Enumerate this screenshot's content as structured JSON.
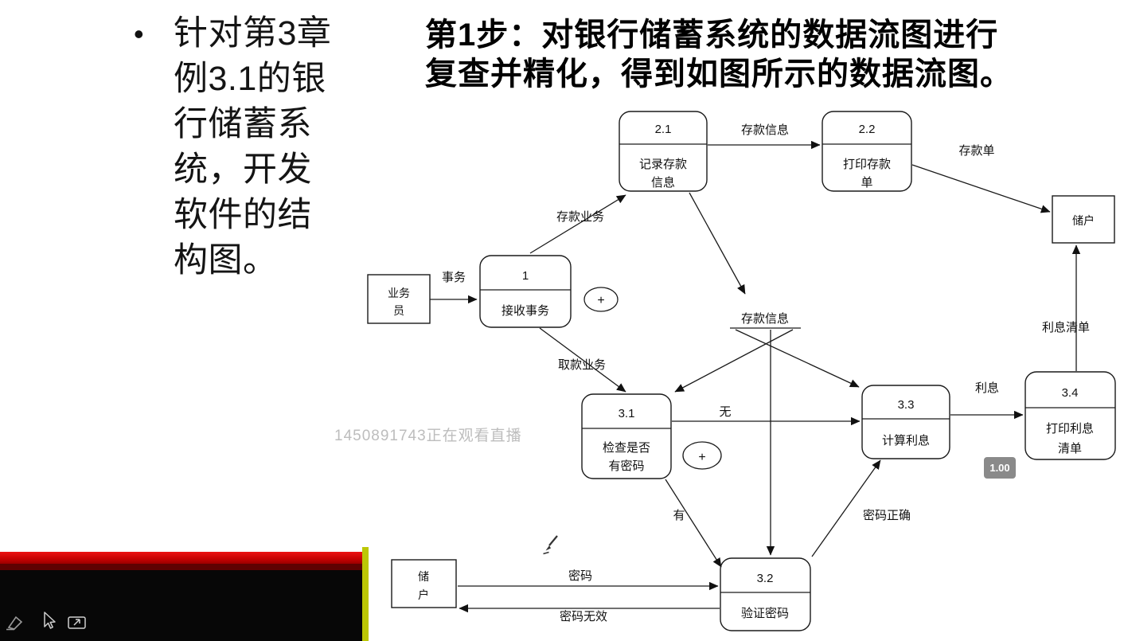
{
  "slide": {
    "bullet_marker": "•",
    "bullet_text": "针对第3章例3.1的银行储蓄系统，开发软件的结构图。",
    "title_lines": [
      "第1步：对银行储蓄系统的数据流图进行",
      "复查并精化，得到如图所示的数据流图。"
    ]
  },
  "overlay": {
    "watermark": "1450891743正在观看直播",
    "speed_badge": "1.00"
  },
  "diagram": {
    "processes": {
      "p1": {
        "num": "1",
        "name1": "接收事务"
      },
      "p21": {
        "num": "2.1",
        "name1": "记录存款",
        "name2": "信息"
      },
      "p22": {
        "num": "2.2",
        "name1": "打印存款",
        "name2": "单"
      },
      "p31": {
        "num": "3.1",
        "name1": "检查是否",
        "name2": "有密码"
      },
      "p32": {
        "num": "3.2",
        "name1": "验证密码"
      },
      "p33": {
        "num": "3.3",
        "name1": "计算利息"
      },
      "p34": {
        "num": "3.4",
        "name1": "打印利息",
        "name2": "清单"
      }
    },
    "entities": {
      "clerk_line1": "业务",
      "clerk_line2": "员",
      "depositor_right": "储户",
      "depositor_left_line1": "储",
      "depositor_left_line2": "户"
    },
    "data_store": "存款信息",
    "junction_plus": "+",
    "flows": {
      "transaction": "事务",
      "deposit_business": "存款业务",
      "deposit_info": "存款信息",
      "deposit_slip": "存款单",
      "withdraw_business": "取款业务",
      "none": "无",
      "have": "有",
      "password": "密码",
      "password_invalid": "密码无效",
      "password_correct": "密码正确",
      "interest": "利息",
      "interest_list": "利息清单"
    }
  }
}
